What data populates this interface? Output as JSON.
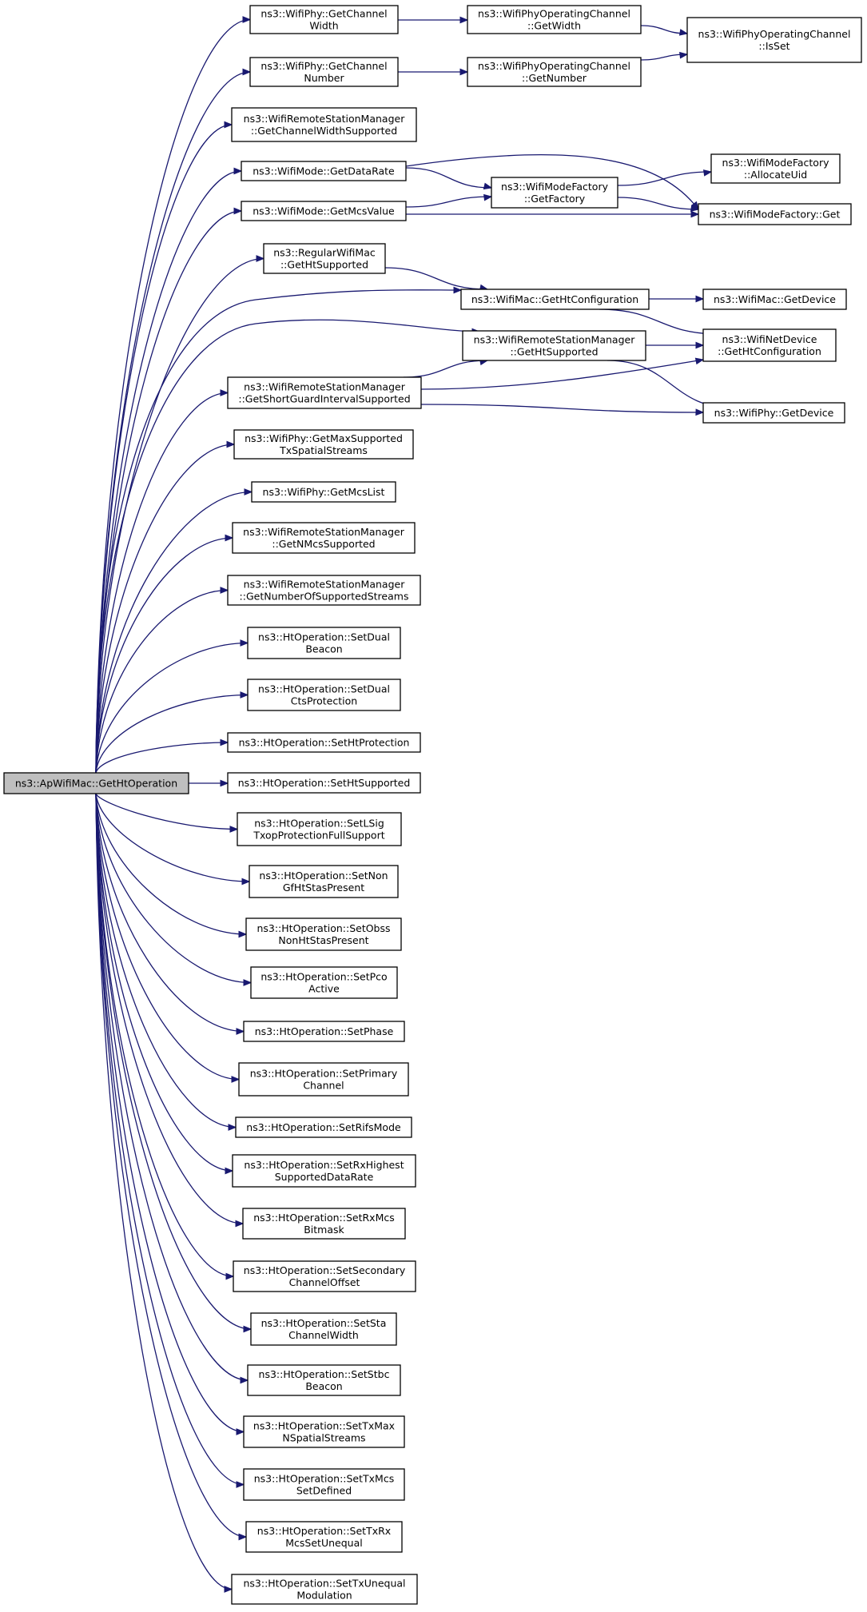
{
  "nodes": [
    {
      "id": "root",
      "lines": [
        "ns3::ApWifiMac::GetHtOperation"
      ],
      "root": true
    },
    {
      "id": "n1",
      "lines": [
        "ns3::WifiPhy::GetChannel",
        "Width"
      ]
    },
    {
      "id": "n2",
      "lines": [
        "ns3::WifiPhyOperatingChannel",
        "::GetWidth"
      ]
    },
    {
      "id": "n3",
      "lines": [
        "ns3::WifiPhyOperatingChannel",
        "::IsSet"
      ]
    },
    {
      "id": "n4",
      "lines": [
        "ns3::WifiPhy::GetChannel",
        "Number"
      ]
    },
    {
      "id": "n5",
      "lines": [
        "ns3::WifiPhyOperatingChannel",
        "::GetNumber"
      ]
    },
    {
      "id": "n6",
      "lines": [
        "ns3::WifiRemoteStationManager",
        "::GetChannelWidthSupported"
      ]
    },
    {
      "id": "n7",
      "lines": [
        "ns3::WifiMode::GetDataRate"
      ]
    },
    {
      "id": "n8",
      "lines": [
        "ns3::WifiModeFactory",
        "::GetFactory"
      ]
    },
    {
      "id": "n9",
      "lines": [
        "ns3::WifiModeFactory",
        "::AllocateUid"
      ]
    },
    {
      "id": "n10",
      "lines": [
        "ns3::WifiModeFactory::Get"
      ]
    },
    {
      "id": "n11",
      "lines": [
        "ns3::WifiMode::GetMcsValue"
      ]
    },
    {
      "id": "n12",
      "lines": [
        "ns3::RegularWifiMac",
        "::GetHtSupported"
      ]
    },
    {
      "id": "n13",
      "lines": [
        "ns3::WifiMac::GetHtConfiguration"
      ]
    },
    {
      "id": "n14",
      "lines": [
        "ns3::WifiMac::GetDevice"
      ]
    },
    {
      "id": "n15",
      "lines": [
        "ns3::WifiNetDevice",
        "::GetHtConfiguration"
      ]
    },
    {
      "id": "n16",
      "lines": [
        "ns3::WifiRemoteStationManager",
        "::GetHtSupported"
      ]
    },
    {
      "id": "n17",
      "lines": [
        "ns3::WifiRemoteStationManager",
        "::GetShortGuardIntervalSupported"
      ]
    },
    {
      "id": "n18",
      "lines": [
        "ns3::WifiPhy::GetDevice"
      ]
    },
    {
      "id": "n19",
      "lines": [
        "ns3::WifiPhy::GetMaxSupported",
        "TxSpatialStreams"
      ]
    },
    {
      "id": "n20",
      "lines": [
        "ns3::WifiPhy::GetMcsList"
      ]
    },
    {
      "id": "n21",
      "lines": [
        "ns3::WifiRemoteStationManager",
        "::GetNMcsSupported"
      ]
    },
    {
      "id": "n22",
      "lines": [
        "ns3::WifiRemoteStationManager",
        "::GetNumberOfSupportedStreams"
      ]
    },
    {
      "id": "n23",
      "lines": [
        "ns3::HtOperation::SetDual",
        "Beacon"
      ]
    },
    {
      "id": "n24",
      "lines": [
        "ns3::HtOperation::SetDual",
        "CtsProtection"
      ]
    },
    {
      "id": "n25",
      "lines": [
        "ns3::HtOperation::SetHtProtection"
      ]
    },
    {
      "id": "n26",
      "lines": [
        "ns3::HtOperation::SetHtSupported"
      ]
    },
    {
      "id": "n27",
      "lines": [
        "ns3::HtOperation::SetLSig",
        "TxopProtectionFullSupport"
      ]
    },
    {
      "id": "n28",
      "lines": [
        "ns3::HtOperation::SetNon",
        "GfHtStasPresent"
      ]
    },
    {
      "id": "n29",
      "lines": [
        "ns3::HtOperation::SetObss",
        "NonHtStasPresent"
      ]
    },
    {
      "id": "n30",
      "lines": [
        "ns3::HtOperation::SetPco",
        "Active"
      ]
    },
    {
      "id": "n31",
      "lines": [
        "ns3::HtOperation::SetPhase"
      ]
    },
    {
      "id": "n32",
      "lines": [
        "ns3::HtOperation::SetPrimary",
        "Channel"
      ]
    },
    {
      "id": "n33",
      "lines": [
        "ns3::HtOperation::SetRifsMode"
      ]
    },
    {
      "id": "n34",
      "lines": [
        "ns3::HtOperation::SetRxHighest",
        "SupportedDataRate"
      ]
    },
    {
      "id": "n35",
      "lines": [
        "ns3::HtOperation::SetRxMcs",
        "Bitmask"
      ]
    },
    {
      "id": "n36",
      "lines": [
        "ns3::HtOperation::SetSecondary",
        "ChannelOffset"
      ]
    },
    {
      "id": "n37",
      "lines": [
        "ns3::HtOperation::SetSta",
        "ChannelWidth"
      ]
    },
    {
      "id": "n38",
      "lines": [
        "ns3::HtOperation::SetStbc",
        "Beacon"
      ]
    },
    {
      "id": "n39",
      "lines": [
        "ns3::HtOperation::SetTxMax",
        "NSpatialStreams"
      ]
    },
    {
      "id": "n40",
      "lines": [
        "ns3::HtOperation::SetTxMcs",
        "SetDefined"
      ]
    },
    {
      "id": "n41",
      "lines": [
        "ns3::HtOperation::SetTxRx",
        "McsSetUnequal"
      ]
    },
    {
      "id": "n42",
      "lines": [
        "ns3::HtOperation::SetTxUnequal",
        "Modulation"
      ]
    }
  ],
  "edges": [
    [
      "root",
      "n1"
    ],
    [
      "root",
      "n4"
    ],
    [
      "root",
      "n6"
    ],
    [
      "root",
      "n7"
    ],
    [
      "root",
      "n11"
    ],
    [
      "root",
      "n12"
    ],
    [
      "root",
      "n13"
    ],
    [
      "root",
      "n16"
    ],
    [
      "root",
      "n17"
    ],
    [
      "root",
      "n19"
    ],
    [
      "root",
      "n20"
    ],
    [
      "root",
      "n21"
    ],
    [
      "root",
      "n22"
    ],
    [
      "root",
      "n23"
    ],
    [
      "root",
      "n24"
    ],
    [
      "root",
      "n25"
    ],
    [
      "root",
      "n26"
    ],
    [
      "root",
      "n27"
    ],
    [
      "root",
      "n28"
    ],
    [
      "root",
      "n29"
    ],
    [
      "root",
      "n30"
    ],
    [
      "root",
      "n31"
    ],
    [
      "root",
      "n32"
    ],
    [
      "root",
      "n33"
    ],
    [
      "root",
      "n34"
    ],
    [
      "root",
      "n35"
    ],
    [
      "root",
      "n36"
    ],
    [
      "root",
      "n37"
    ],
    [
      "root",
      "n38"
    ],
    [
      "root",
      "n39"
    ],
    [
      "root",
      "n40"
    ],
    [
      "root",
      "n41"
    ],
    [
      "root",
      "n42"
    ],
    [
      "n1",
      "n2"
    ],
    [
      "n2",
      "n3"
    ],
    [
      "n4",
      "n5"
    ],
    [
      "n5",
      "n3"
    ],
    [
      "n7",
      "n8"
    ],
    [
      "n7",
      "n10"
    ],
    [
      "n8",
      "n9"
    ],
    [
      "n8",
      "n10"
    ],
    [
      "n11",
      "n8"
    ],
    [
      "n11",
      "n10"
    ],
    [
      "n12",
      "n13"
    ],
    [
      "n13",
      "n14"
    ],
    [
      "n13",
      "n15"
    ],
    [
      "n16",
      "n15"
    ],
    [
      "n16",
      "n18"
    ],
    [
      "n17",
      "n16"
    ],
    [
      "n17",
      "n15"
    ],
    [
      "n17",
      "n18"
    ]
  ],
  "colors": {
    "edge": "#191970",
    "node_fill": "#ffffff",
    "root_fill": "#bfbfbf"
  }
}
